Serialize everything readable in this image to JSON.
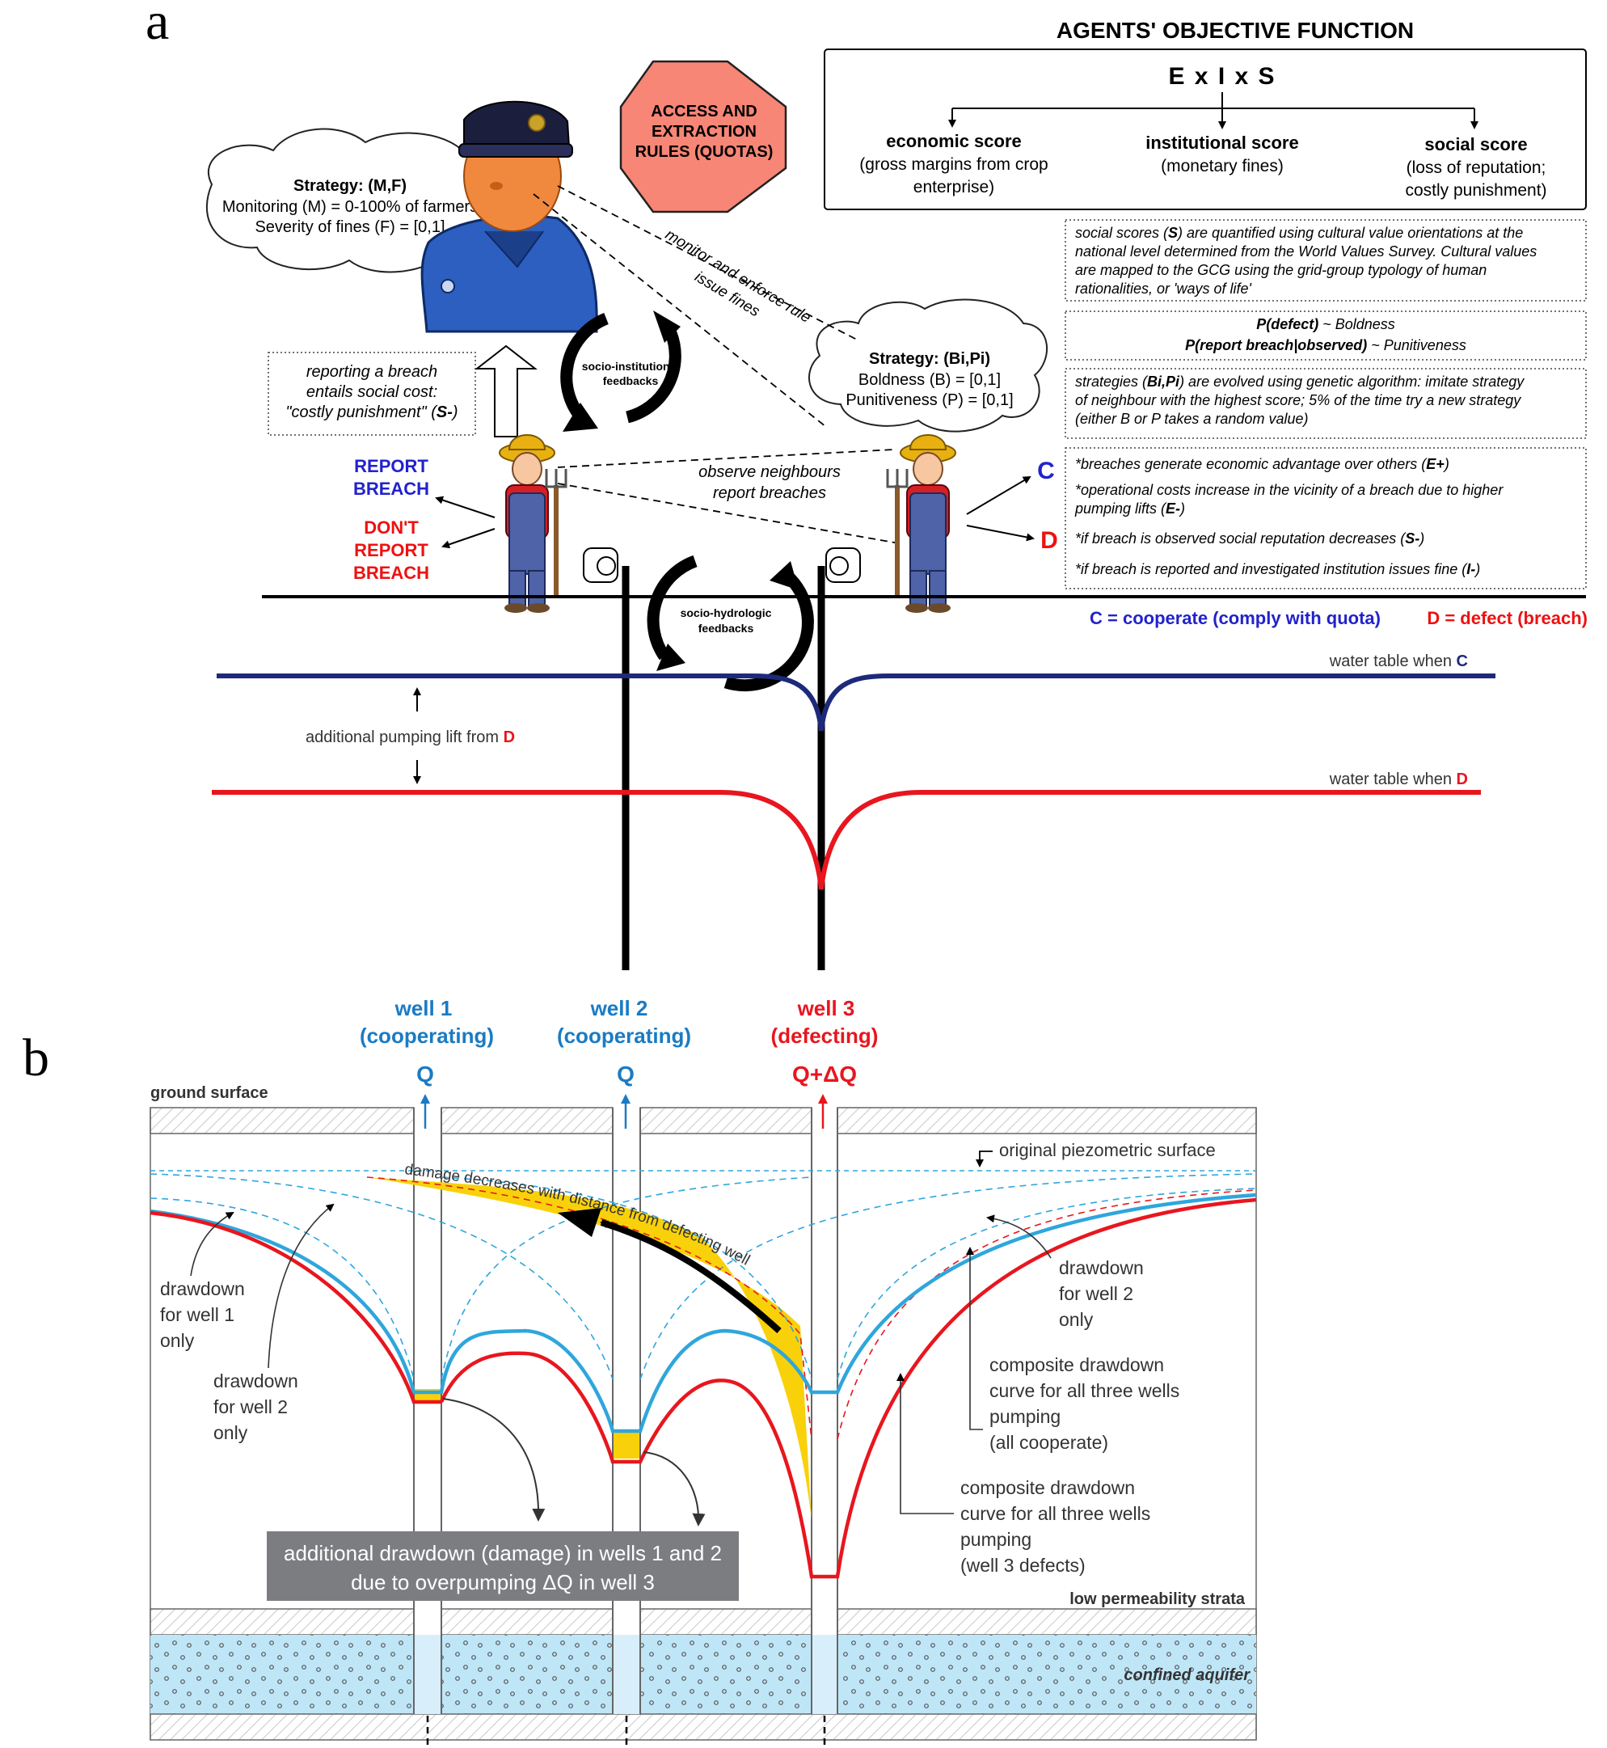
{
  "panels": {
    "a": {
      "label": "a",
      "objective": {
        "title": "AGENTS' OBJECTIVE FUNCTION",
        "formula": "E x I x S",
        "scores": [
          {
            "title": "economic score",
            "lines": [
              "(gross margins from crop",
              "enterprise)"
            ]
          },
          {
            "title": "institutional score",
            "lines": [
              "(monetary fines)"
            ]
          },
          {
            "title": "social score",
            "lines": [
              "(loss of reputation;",
              "costly punishment)"
            ]
          }
        ]
      },
      "notes": {
        "social": [
          {
            "segs": [
              [
                "social scores (",
                false
              ],
              [
                "S",
                true
              ],
              [
                ") are quantified using cultural value orientations at the",
                false
              ]
            ]
          },
          {
            "segs": [
              [
                "national level determined from the World Values Survey. Cultural values",
                false
              ]
            ]
          },
          {
            "segs": [
              [
                "are mapped to the GCG using the grid-group typology of human",
                false
              ]
            ]
          },
          {
            "segs": [
              [
                "rationalities, or 'ways of life'",
                false
              ]
            ]
          }
        ],
        "probability": [
          {
            "segs": [
              [
                "P(defect)",
                true
              ],
              [
                " ~ Boldness",
                false
              ]
            ]
          },
          {
            "segs": [
              [
                "P(report breach|observed)",
                true
              ],
              [
                " ~ Punitiveness",
                false
              ]
            ]
          }
        ],
        "genetic": [
          {
            "segs": [
              [
                "strategies (",
                false
              ],
              [
                "Bi,Pi",
                true
              ],
              [
                ") are evolved using genetic algorithm: imitate strategy",
                false
              ]
            ]
          },
          {
            "segs": [
              [
                "of neighbour with the highest score; 5% of the time try a new strategy",
                false
              ]
            ]
          },
          {
            "segs": [
              [
                "(either B or P takes a random value)",
                false
              ]
            ]
          }
        ],
        "effects": [
          {
            "segs": [
              [
                "*breaches generate economic advantage over others (",
                false
              ],
              [
                "E+",
                true
              ],
              [
                ")",
                false
              ]
            ]
          },
          {
            "segs": [
              [
                "*operational costs increase in the vicinity of a breach due to higher",
                false
              ]
            ]
          },
          {
            "segs": [
              [
                "pumping lifts (",
                false
              ],
              [
                "E-",
                true
              ],
              [
                ")",
                false
              ]
            ]
          },
          {
            "segs": [
              [
                "*if breach is observed social reputation decreases (",
                false
              ],
              [
                "S-",
                true
              ],
              [
                ")",
                false
              ]
            ]
          },
          {
            "segs": [
              [
                "*if breach is reported and investigated institution issues fine (",
                false
              ],
              [
                "I-",
                true
              ],
              [
                ")",
                false
              ]
            ]
          }
        ],
        "reporting": [
          {
            "segs": [
              [
                "reporting a breach",
                false
              ]
            ]
          },
          {
            "segs": [
              [
                "entails social cost:",
                false
              ]
            ]
          },
          {
            "segs": [
              [
                "\"costly punishment\" (",
                false
              ],
              [
                "S-",
                true
              ],
              [
                ")",
                false
              ]
            ]
          }
        ]
      },
      "stop_sign": [
        "ACCESS AND",
        "EXTRACTION",
        "RULES (QUOTAS)"
      ],
      "police_cloud": {
        "title": "Strategy: (M,F)",
        "lines": [
          "Monitoring (M) = 0-100% of farmers",
          "Severity of fines (F) = [0,1]"
        ]
      },
      "farmer_cloud": {
        "title": "Strategy: (Bi,Pi)",
        "lines": [
          "Boldness (B) = [0,1]",
          "Punitiveness (P) = [0,1]"
        ]
      },
      "monitor_label": [
        "monitor and enforce rule",
        "issue fines"
      ],
      "observe_label": [
        "observe neighbours",
        "report breaches"
      ],
      "socio_institutional": [
        "socio-institutional",
        "feedbacks"
      ],
      "socio_hydrologic": [
        "socio-hydrologic",
        "feedbacks"
      ],
      "report_breach": [
        "REPORT",
        "BREACH"
      ],
      "dont_report": [
        "DON'T",
        "REPORT",
        "BREACH"
      ],
      "choice_c": "C",
      "choice_d": "D",
      "legend_c": "C = cooperate (comply with quota)",
      "legend_d": "D = defect (breach)",
      "wt_c": {
        "text": "water table when ",
        "letter": "C"
      },
      "wt_d": {
        "text": "water table when ",
        "letter": "D"
      },
      "lift": {
        "text": "additional pumping lift from ",
        "letter": "D"
      }
    },
    "b": {
      "label": "b",
      "wells": [
        {
          "name": "well 1",
          "status": "(cooperating)",
          "flow": "Q"
        },
        {
          "name": "well 2",
          "status": "(cooperating)",
          "flow": "Q"
        },
        {
          "name": "well 3",
          "status": "(defecting)",
          "flow": "Q+ΔQ"
        }
      ],
      "ground_surface": "ground surface",
      "original_piezometric": "original piezometric surface",
      "damage_arrow": "damage decreases with distance from defecting well",
      "drawdown_w1": [
        "drawdown",
        "for well 1",
        "only"
      ],
      "drawdown_w2_left": [
        "drawdown",
        "for well 2",
        "only"
      ],
      "drawdown_w2_right": [
        "drawdown",
        "for well 2",
        "only"
      ],
      "composite_coop": [
        "composite drawdown",
        "curve for all three wells",
        "pumping",
        "(all cooperate)"
      ],
      "composite_defect": [
        "composite drawdown",
        "curve for all three wells",
        "pumping",
        "(well 3 defects)"
      ],
      "damage_box": [
        "additional drawdown (damage) in wells 1 and 2",
        "due to overpumping ΔQ in well 3"
      ],
      "low_perm": "low permeability strata",
      "confined_aquifer": "confined aquifer"
    }
  },
  "colors": {
    "blue_text": "#2222cc",
    "red_text": "#ee1111",
    "well_blue": "#1a7bc4",
    "curve_blue": "#2fa6dc",
    "curve_red": "#e8161e",
    "damage_yellow": "#f9d10a",
    "navy": "#1d2a7a",
    "stop_sign": "#f78676",
    "aquifer": "#bfe6f7",
    "damage_box": "#7b7d80"
  }
}
